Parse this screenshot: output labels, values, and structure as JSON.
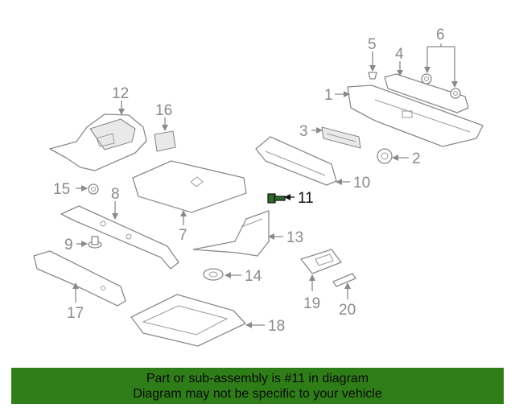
{
  "diagram": {
    "highlighted_part": "11",
    "colors": {
      "line": "#8a8a8a",
      "highlight": "#2f6b2a",
      "banner": "#2f7d18"
    },
    "callouts": [
      "1",
      "2",
      "3",
      "4",
      "5",
      "6",
      "7",
      "8",
      "9",
      "10",
      "11",
      "12",
      "13",
      "14",
      "15",
      "16",
      "17",
      "18",
      "19",
      "20"
    ]
  },
  "banner": {
    "line1": "Part or sub-assembly is #11 in diagram",
    "line2": "Diagram may not be specific to your vehicle"
  }
}
